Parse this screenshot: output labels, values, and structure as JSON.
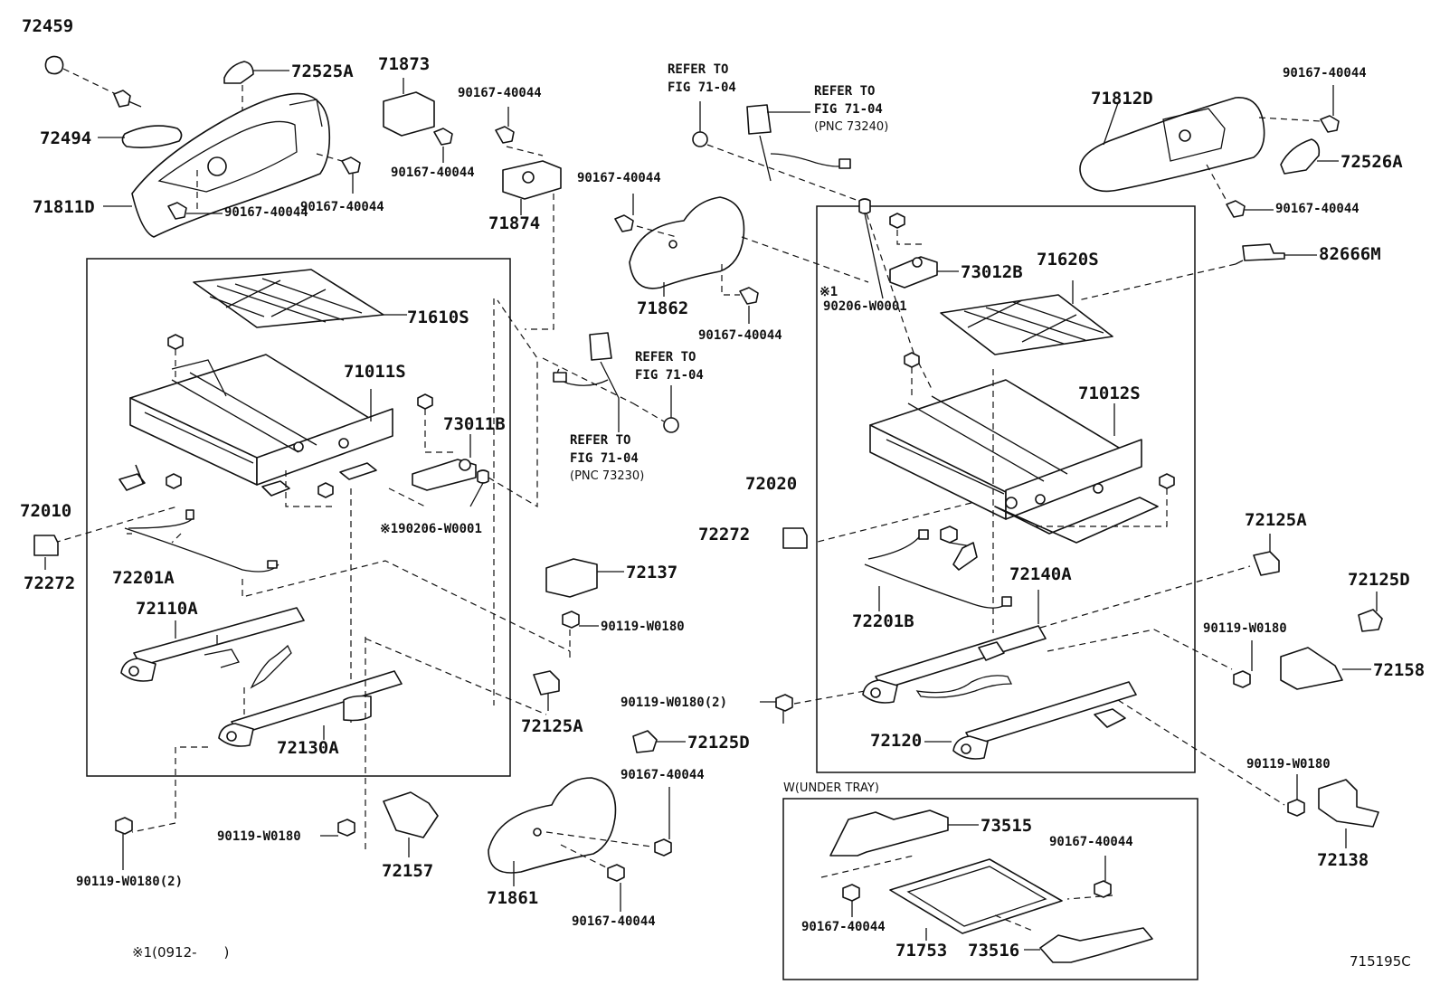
{
  "labels": {
    "p72459": "72459",
    "p72525A": "72525A",
    "p72494": "72494",
    "p71811D": "71811D",
    "p90167_a": "90167-40044",
    "p90167_b": "90167-40044",
    "p71873": "71873",
    "p90167_c": "90167-40044",
    "p90167_d": "90167-40044",
    "p71874": "71874",
    "refer1_a": "REFER TO",
    "refer1_b": "FIG 71-04",
    "refer2_a": "REFER TO",
    "refer2_b": "FIG 71-04",
    "refer2_c": "(PNC 73240)",
    "p90167_e": "90167-40044",
    "p71862": "71862",
    "p90167_f": "90167-40044",
    "p71812D": "71812D",
    "p90167_g": "90167-40044",
    "p72526A": "72526A",
    "p90167_h": "90167-40044",
    "p82666M": "82666M",
    "p71610S": "71610S",
    "p71011S": "71011S",
    "p73011B": "73011B",
    "p190206": "※190206-W0001",
    "refer3_a": "REFER TO",
    "refer3_b": "FIG 71-04",
    "refer4_a": "REFER TO",
    "refer4_b": "FIG 71-04",
    "refer4_c": "(PNC 73230)",
    "p72010": "72010",
    "p72272_a": "72272",
    "p72201A": "72201A",
    "p72110A": "72110A",
    "p72130A": "72130A",
    "p72137": "72137",
    "p90119_a": "90119-W0180",
    "p72125A_a": "72125A",
    "p90119_b": "90119-W0180(2)",
    "p72125D_a": "72125D",
    "p73012B": "73012B",
    "p71620S": "71620S",
    "mark1": "※1",
    "p90206": "90206-W0001",
    "p71012S": "71012S",
    "p72020": "72020",
    "p72272_b": "72272",
    "p72201B": "72201B",
    "p72140A": "72140A",
    "p72120": "72120",
    "p72125A_b": "72125A",
    "p72125D_b": "72125D",
    "p90119_c": "90119-W0180",
    "p72158": "72158",
    "p90119_d": "90119-W0180",
    "p72138": "72138",
    "p90167_i": "90167-40044",
    "p71861": "71861",
    "p90167_j": "90167-40044",
    "p90119_e": "90119-W0180",
    "p72157": "72157",
    "p90119_f": "90119-W0180(2)",
    "under_tray": "W(UNDER TRAY)",
    "p73515": "73515",
    "p90167_k": "90167-40044",
    "p90167_l": "90167-40044",
    "p71753": "71753",
    "p73516": "73516",
    "footnote": "※1(0912-　　)",
    "fig_id": "715195C"
  }
}
